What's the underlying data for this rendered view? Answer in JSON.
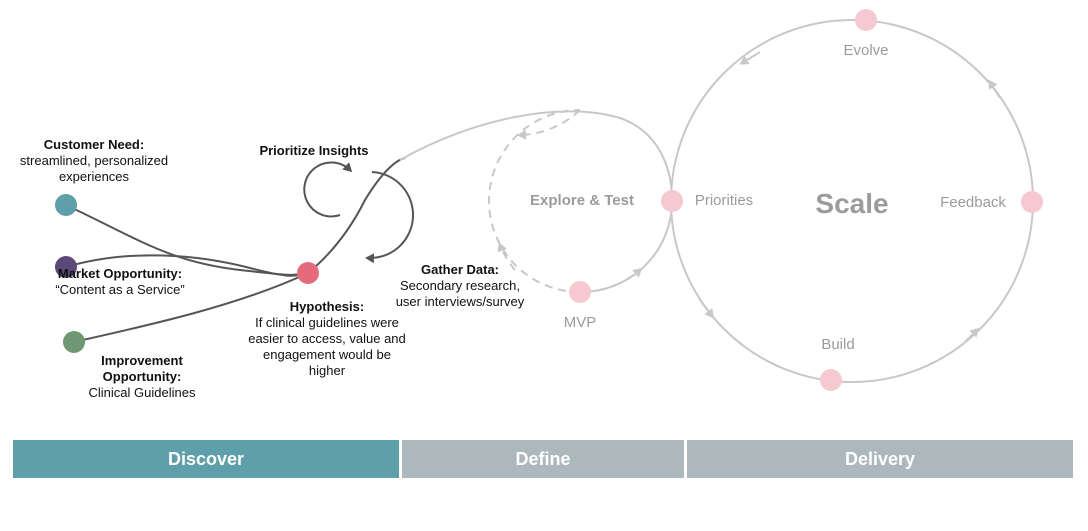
{
  "colors": {
    "discover": "#5e9fa9",
    "define": "#adb8bd",
    "delivery": "#adb8bd",
    "customer_need_dot": "#5e9fa9",
    "market_dot": "#5b4a78",
    "improvement_dot": "#6e9873",
    "hypothesis_dot": "#e56a7c",
    "soft_pink_dot": "#f6c9d0",
    "dark_line": "#555555",
    "light_line": "#c8c8c8"
  },
  "discover": {
    "customer_need": {
      "title": "Customer Need:",
      "text": "streamlined, personalized experiences"
    },
    "market": {
      "title": "Market Opportunity:",
      "text": "“Content as a Service”"
    },
    "improvement": {
      "title": "Improvement Opportunity:",
      "text": "Clinical Guidelines"
    },
    "prioritize": {
      "title": "Prioritize Insights"
    },
    "gather": {
      "title": "Gather Data:",
      "text": "Secondary research, user interviews/survey"
    },
    "hypothesis": {
      "title": "Hypothesis:",
      "text": "If clinical guidelines were easier to access, value and engagement would be higher"
    }
  },
  "define": {
    "explore": "Explore & Test",
    "mvp": "MVP"
  },
  "delivery": {
    "priorities": "Priorities",
    "scale": "Scale",
    "evolve": "Evolve",
    "feedback": "Feedback",
    "build": "Build"
  },
  "phases": {
    "discover": "Discover",
    "define": "Define",
    "delivery": "Delivery"
  }
}
